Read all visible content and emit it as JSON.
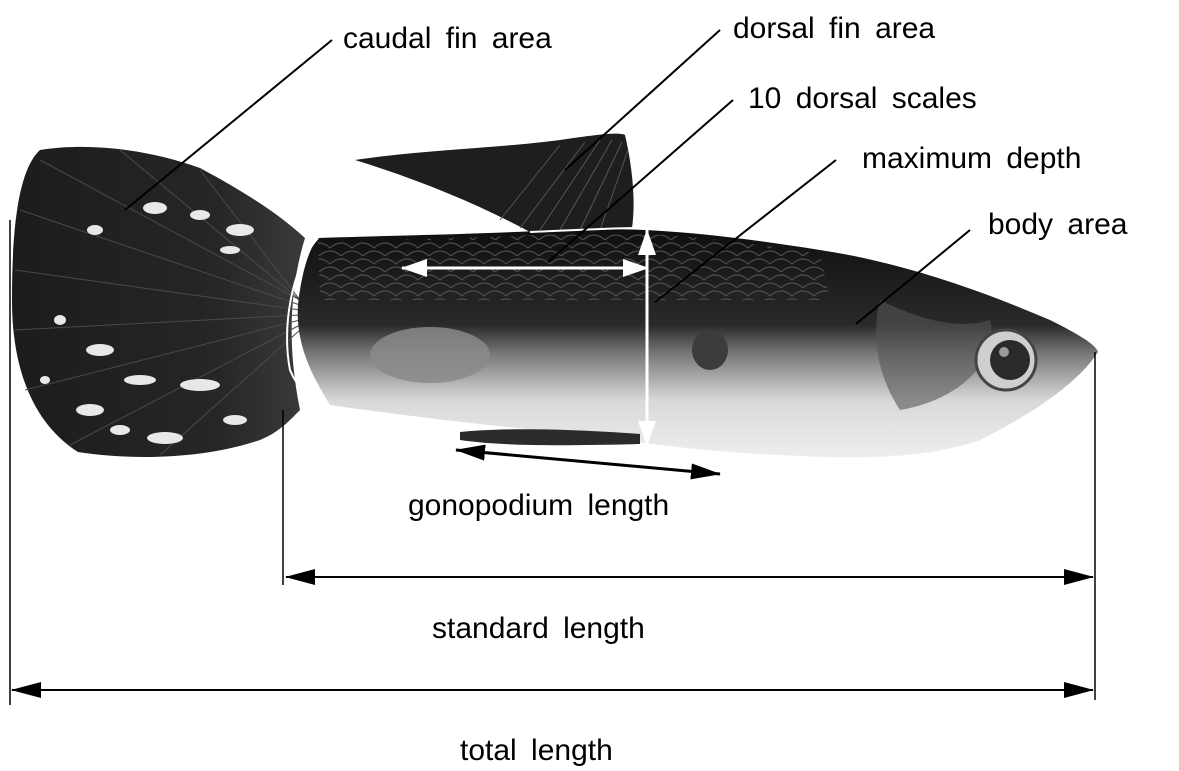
{
  "colors": {
    "background": "#ffffff",
    "fish_dark": "#1a1a1a",
    "fish_mid": "#6e6e6e",
    "fish_light": "#e4e4e4",
    "annotation_line": "#000000",
    "body_arrow": "#ffffff"
  },
  "labels": {
    "caudal_fin_area": "caudal fin area",
    "dorsal_fin_area": "dorsal fin area",
    "dorsal_scales": "10 dorsal scales",
    "maximum_depth": "maximum depth",
    "body_area": "body area",
    "gonopodium_length": "gonopodium length",
    "standard_length": "standard length",
    "total_length": "total length"
  }
}
